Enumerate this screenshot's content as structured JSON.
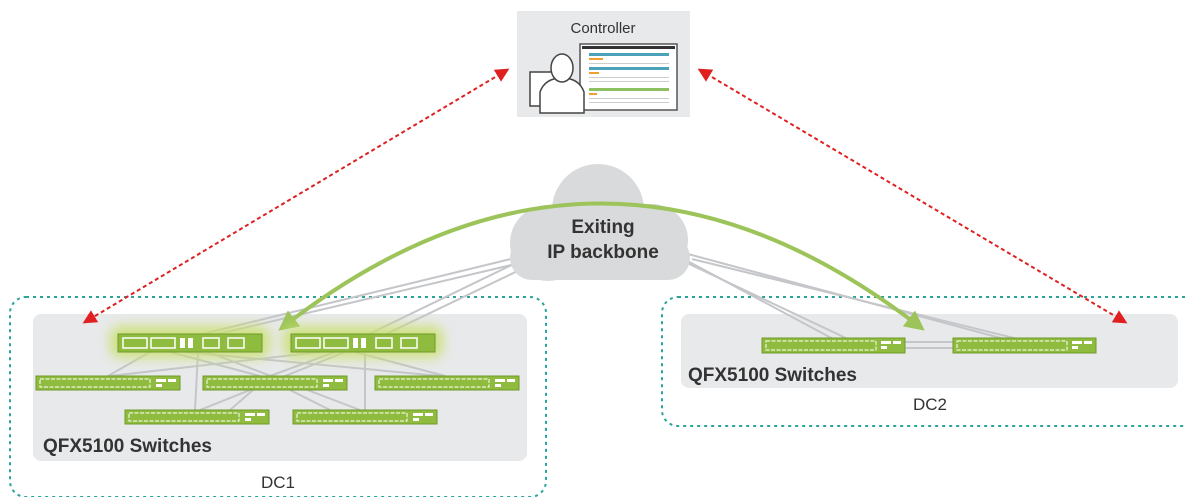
{
  "controller": {
    "label": "Controller"
  },
  "backbone": {
    "line1": "Exiting",
    "line2": "IP backbone"
  },
  "dc1": {
    "name": "DC1",
    "switches_label": "QFX5100 Switches"
  },
  "dc2": {
    "name": "DC2",
    "switches_label": "QFX5100 Switches"
  },
  "colors": {
    "switch_green": "#8fbc3e",
    "switch_dark": "#6f9a2a",
    "glow": "#c8e06a",
    "control_link": "#e02020",
    "dci_arrow": "#9cc45a",
    "dc_border": "#2aa39a",
    "panel": "#e8e9eb",
    "uplink": "#c4c6c9",
    "cloud": "#d9dadc"
  }
}
